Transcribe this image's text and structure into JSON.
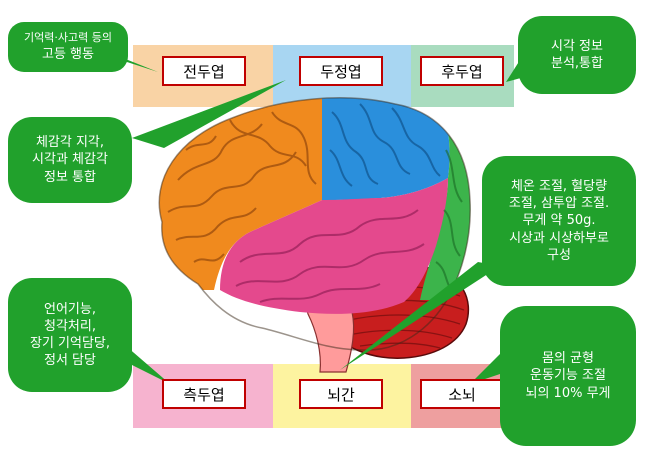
{
  "colors": {
    "frontal": "#f08a1e",
    "parietal": "#2a8fdc",
    "occipital": "#3cb44b",
    "temporal": "#e4498d",
    "cerebellum": "#c81e1e",
    "brainstem": "#ff9b9b",
    "callout_green": "#21a12c",
    "label_border": "#c00000"
  },
  "bands": {
    "top": [
      "#f9d3a5",
      "#a8d6f2",
      "#a9dcbf"
    ],
    "bottom": [
      "#f6b3cf",
      "#fdf3a0",
      "#ee9f9f"
    ]
  },
  "lobes": {
    "frontal": "전두엽",
    "parietal": "두정엽",
    "occipital": "후두엽",
    "temporal": "측두엽",
    "brainstem": "뇌간",
    "cerebellum": "소뇌"
  },
  "callouts": {
    "frontal": [
      "기억력·사고력 등의",
      "고등 행동"
    ],
    "parietal": [
      "체감각 지각,",
      "시각과 체감각",
      "정보 통합"
    ],
    "occipital": [
      "시각 정보",
      "분석,통합"
    ],
    "temporal": [
      "언어기능,",
      "청각처리,",
      "장기 기억담당,",
      "정서 담당"
    ],
    "brainstem": [
      "체온 조절, 혈당량",
      "조절, 삼투압 조절.",
      "무게 약 50g.",
      "시상과 시상하부로",
      "구성"
    ],
    "cerebellum": [
      "몸의 균형",
      "운동기능 조절",
      "뇌의 10% 무게"
    ]
  }
}
